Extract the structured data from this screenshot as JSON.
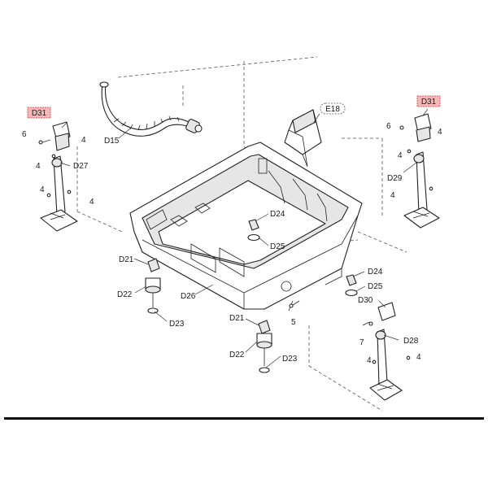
{
  "labels": {
    "d31_left": "D31",
    "d31_right": "D31",
    "e18": "E18",
    "d15": "D15",
    "d27": "D27",
    "d29": "D29",
    "d28": "D28",
    "d30": "D30",
    "d26": "D26",
    "d21_a": "D21",
    "d21_b": "D21",
    "d22_a": "D22",
    "d22_b": "D22",
    "d23_a": "D23",
    "d23_b": "D23",
    "d24_a": "D24",
    "d24_b": "D24",
    "d25_a": "D25",
    "d25_b": "D25",
    "n6_left": "6",
    "n6_right": "6",
    "n4_a": "4",
    "n4_b": "4",
    "n4_c": "4",
    "n4_d": "4",
    "n4_e": "4",
    "n4_f": "4",
    "n4_g": "4",
    "n4_h": "4",
    "n4_i": "4",
    "n5": "5",
    "n7": "7"
  },
  "colors": {
    "highlight_fill": "#f4b8b8",
    "highlight_stroke": "#d23b3b",
    "line": "#222222"
  }
}
